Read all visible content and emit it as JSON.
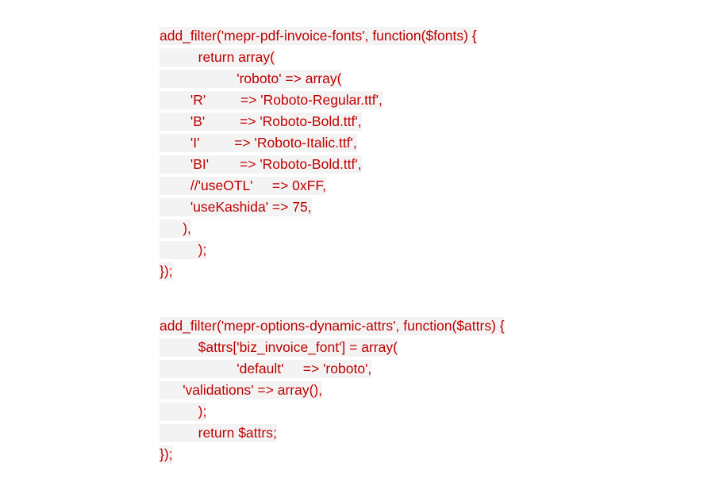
{
  "theme": {
    "text_color": "#c00000",
    "highlight_color": "#f3f3f3",
    "background": "#ffffff"
  },
  "blocks": [
    {
      "lines": [
        {
          "indent": "",
          "text": "add_filter('mepr-pdf-invoice-fonts', function($fonts) {"
        },
        {
          "indent": "          ",
          "text": "return array("
        },
        {
          "indent": "                    ",
          "text": "'roboto' => array("
        },
        {
          "indent": "        ",
          "text": "'R'         => 'Roboto-Regular.ttf',"
        },
        {
          "indent": "        ",
          "text": "'B'         => 'Roboto-Bold.ttf',"
        },
        {
          "indent": "        ",
          "text": "'I'         => 'Roboto-Italic.ttf',"
        },
        {
          "indent": "        ",
          "text": "'BI'        => 'Roboto-Bold.ttf',"
        },
        {
          "indent": "        ",
          "text": "//'useOTL'     => 0xFF,"
        },
        {
          "indent": "        ",
          "text": "'useKashida' => 75,"
        },
        {
          "indent": "      ",
          "text": "),"
        },
        {
          "indent": "          ",
          "text": ");"
        },
        {
          "indent": "",
          "text": "});"
        }
      ]
    },
    {
      "lines": [
        {
          "indent": "",
          "text": "add_filter('mepr-options-dynamic-attrs', function($attrs) {"
        },
        {
          "indent": "          ",
          "text": "$attrs['biz_invoice_font'] = array("
        },
        {
          "indent": "                    ",
          "text": "'default'     => 'roboto',"
        },
        {
          "indent": "      ",
          "text": "'validations' => array(),"
        },
        {
          "indent": "          ",
          "text": ");"
        },
        {
          "indent": "          ",
          "text": "return $attrs;"
        },
        {
          "indent": "",
          "text": "});"
        }
      ]
    }
  ]
}
